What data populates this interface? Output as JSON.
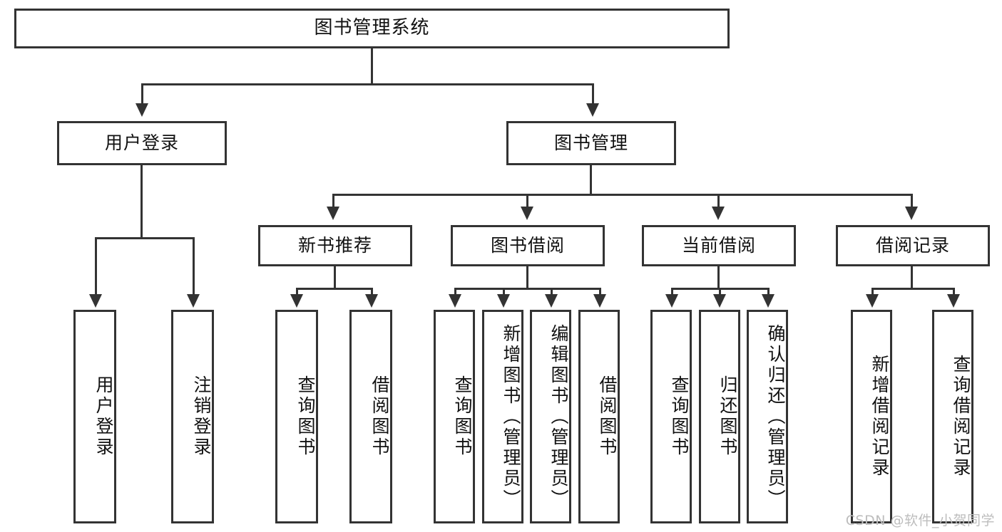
{
  "diagram": {
    "title": "图书管理系统",
    "type": "tree-hierarchy",
    "root": {
      "label": "图书管理系统"
    },
    "level2": [
      {
        "label": "用户登录"
      },
      {
        "label": "图书管理"
      }
    ],
    "level3": [
      {
        "label": "新书推荐"
      },
      {
        "label": "图书借阅"
      },
      {
        "label": "当前借阅"
      },
      {
        "label": "借阅记录"
      }
    ],
    "leaves": {
      "user_login": [
        {
          "label": "用户登录"
        },
        {
          "label": "注销登录"
        }
      ],
      "new_book_recommend": [
        {
          "label": "查询图书"
        },
        {
          "label": "借阅图书"
        }
      ],
      "book_borrow": [
        {
          "label": "查询图书"
        },
        {
          "label": "新增图书（管理员）"
        },
        {
          "label": "编辑图书（管理员）"
        },
        {
          "label": "借阅图书"
        }
      ],
      "current_borrow": [
        {
          "label": "查询图书"
        },
        {
          "label": "归还图书"
        },
        {
          "label": "确认归还（管理员）"
        }
      ],
      "borrow_record": [
        {
          "label": "新增借阅记录"
        },
        {
          "label": "查询借阅记录"
        }
      ]
    }
  },
  "watermark": {
    "text": "CSDN @软件_小贺同学"
  },
  "colors": {
    "stroke": "#333333",
    "fill": "#ffffff",
    "text": "#111111",
    "watermark": "#bdbdbd"
  }
}
